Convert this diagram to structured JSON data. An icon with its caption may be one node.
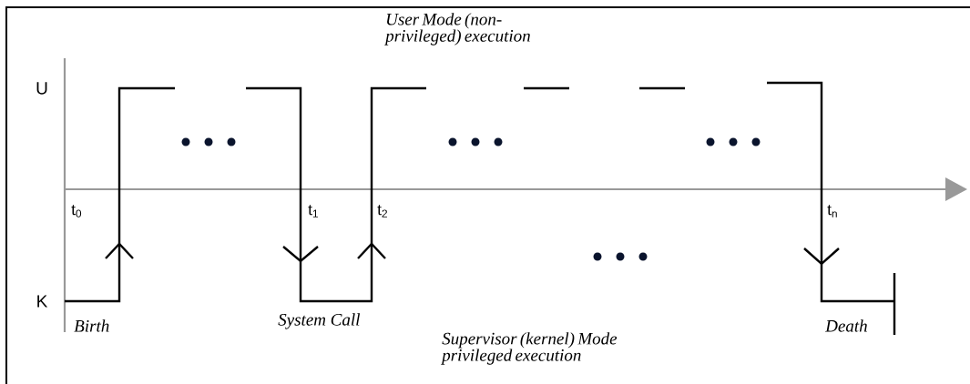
{
  "diagram": {
    "labels": [
      "User Mode (non-privileged) execution",
      "U",
      "K",
      "t$_{0}$",
      "t$_{1}$",
      "t$_{2}$",
      "t$_{n}$",
      "Birth",
      "System Call",
      "Supervisor (kernel) Mode privileged execution",
      "Death"
    ]
  }
}
